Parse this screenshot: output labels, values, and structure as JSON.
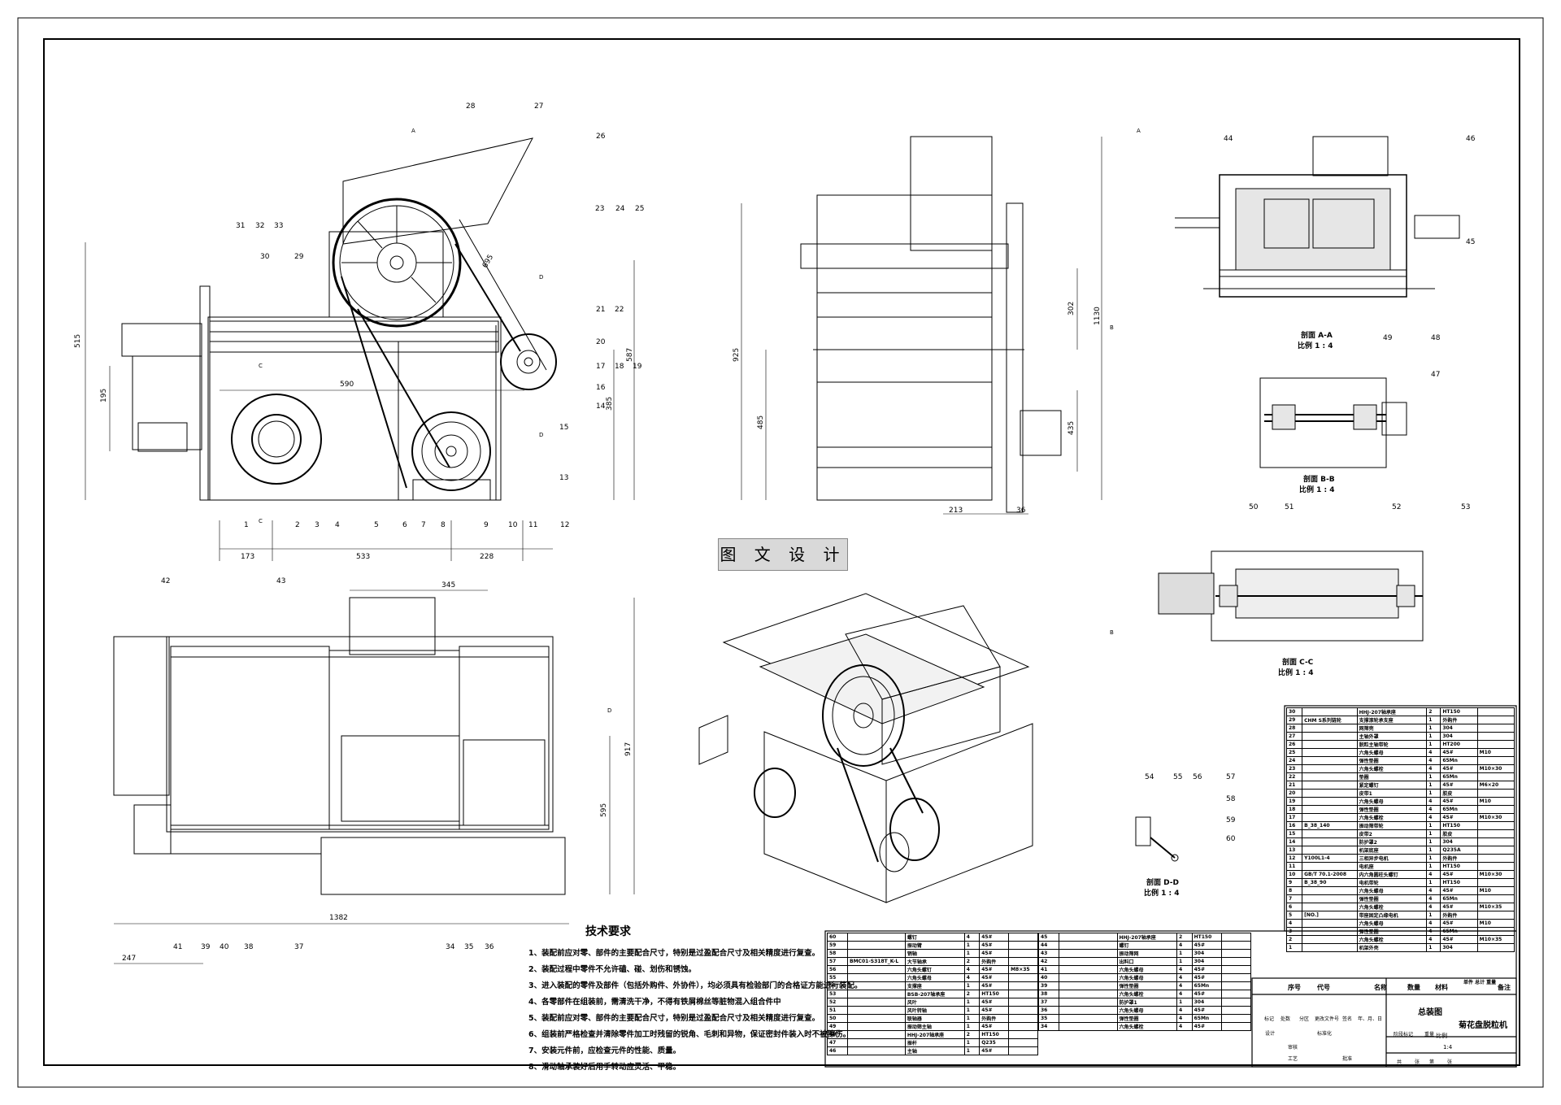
{
  "watermark": "图 文 设 计",
  "tech": {
    "title": "技术要求",
    "items": [
      "1、装配前应对零、部件的主要配合尺寸，特别是过盈配合尺寸及相关精度进行复查。",
      "2、装配过程中零件不允许磕、碰、划伤和锈蚀。",
      "3、进入装配的零件及部件（包括外购件、外协件），均必须具有检验部门的合格证方能进行装配。",
      "4、各零部件在组装前，需清洗干净，不得有铁屑棉丝等脏物混入组合件中",
      "5、装配前应对零、部件的主要配合尺寸，特别是过盈配合尺寸及相关精度进行复查。",
      "6、组装前严格检查并清除零件加工时残留的锐角、毛刺和异物，保证密封件装入时不被擦伤。",
      "7、安装元件前，应检查元件的性能、质量。",
      "8、滑动轴承装好后用手转动应灵活、平稳。"
    ]
  },
  "sections": {
    "aa": "剖面 A-A",
    "aa_scale": "比例 1 : 4",
    "bb": "剖面 B-B",
    "bb_scale": "比例 1 : 4",
    "cc": "剖面 C-C",
    "cc_scale": "比例 1 : 4",
    "dd": "剖面 D-D",
    "dd_scale": "比例 1 : 4"
  },
  "dims": {
    "front": [
      "515",
      "195",
      "590",
      "385",
      "587",
      "173",
      "533",
      "228",
      "695"
    ],
    "side": [
      "925",
      "485",
      "302",
      "1130",
      "435",
      "213",
      "36"
    ],
    "plan": [
      "345",
      "917",
      "595",
      "1382",
      "247"
    ]
  },
  "balloons": {
    "front_top": [
      "28",
      "27",
      "26",
      "31",
      "32",
      "33",
      "30",
      "29",
      "23",
      "24",
      "25",
      "21",
      "22",
      "20",
      "17",
      "18",
      "19",
      "16",
      "14",
      "15",
      "13"
    ],
    "front_bottom": [
      "1",
      "2",
      "3",
      "4",
      "5",
      "6",
      "7",
      "8",
      "9",
      "10",
      "11",
      "12"
    ],
    "plan": [
      "42",
      "43",
      "41",
      "39",
      "40",
      "38",
      "37",
      "34",
      "35",
      "36"
    ],
    "aa": [
      "44",
      "46",
      "45"
    ],
    "bb": [
      "49",
      "48",
      "47"
    ],
    "cc": [
      "50",
      "51",
      "52",
      "53"
    ],
    "dd": [
      "54",
      "55",
      "56",
      "57",
      "58",
      "59",
      "60"
    ]
  },
  "section_marks": [
    "A",
    "A",
    "C",
    "C",
    "D",
    "D",
    "B",
    "B",
    "D"
  ],
  "title_block": {
    "drawing_name": "总装图",
    "product_name": "菊花盘脱粒机",
    "scale_label": "比例",
    "scale_value": "1:4",
    "header": [
      "序号",
      "代号",
      "名称",
      "数量",
      "材料",
      "单件 总计 重量",
      "备注"
    ],
    "meta": [
      "标记",
      "处数",
      "分区",
      "更改文件号",
      "签名",
      "年、月、日",
      "设计",
      "标准化",
      "阶段标记",
      "重量",
      "审核",
      "工艺",
      "批准",
      "共",
      "张",
      "第",
      "张"
    ]
  },
  "bom_right": [
    [
      "30",
      "",
      "HHJ-207轴承座",
      "2",
      "HT150",
      ""
    ],
    [
      "29",
      "CHM S系列链轮",
      "支撑滚轮承支座",
      "1",
      "外购件",
      ""
    ],
    [
      "28",
      "",
      "网筛壳",
      "1",
      "304",
      ""
    ],
    [
      "27",
      "",
      "主轴外罩",
      "1",
      "304",
      ""
    ],
    [
      "26",
      "",
      "脱粒主轴带轮",
      "1",
      "HT200",
      ""
    ],
    [
      "25",
      "",
      "六角头螺母",
      "4",
      "45#",
      "M10"
    ],
    [
      "24",
      "",
      "弹性垫圈",
      "4",
      "65Mn",
      ""
    ],
    [
      "23",
      "",
      "六角头螺栓",
      "4",
      "45#",
      "M10×30"
    ],
    [
      "22",
      "",
      "垫圈",
      "1",
      "65Mn",
      ""
    ],
    [
      "21",
      "",
      "紧定螺钉",
      "1",
      "45#",
      "M6×20"
    ],
    [
      "20",
      "",
      "皮带1",
      "1",
      "胶皮",
      ""
    ],
    [
      "19",
      "",
      "六角头螺母",
      "4",
      "45#",
      "M10"
    ],
    [
      "18",
      "",
      "弹性垫圈",
      "4",
      "65Mn",
      ""
    ],
    [
      "17",
      "",
      "六角头螺栓",
      "4",
      "45#",
      "M10×30"
    ],
    [
      "16",
      "B_38_140",
      "振动筛带轮",
      "1",
      "HT150",
      ""
    ],
    [
      "15",
      "",
      "皮带2",
      "1",
      "胶皮",
      ""
    ],
    [
      "14",
      "",
      "防护罩2",
      "1",
      "304",
      ""
    ],
    [
      "13",
      "",
      "机架底座",
      "1",
      "Q235A",
      ""
    ],
    [
      "12",
      "Y100L1-4",
      "三相异步电机",
      "1",
      "外购件",
      ""
    ],
    [
      "11",
      "",
      "电机座",
      "1",
      "HT150",
      ""
    ],
    [
      "10",
      "GB/T 70.1-2008",
      "内六角圆柱头螺钉",
      "4",
      "45#",
      "M10×30"
    ],
    [
      "9",
      "B_38_90",
      "电机带轮",
      "1",
      "HT150",
      ""
    ],
    [
      "8",
      "",
      "六角头螺母",
      "4",
      "45#",
      "M10"
    ],
    [
      "7",
      "",
      "弹性垫圈",
      "4",
      "65Mn",
      ""
    ],
    [
      "6",
      "",
      "六角头螺栓",
      "4",
      "45#",
      "M10×35"
    ],
    [
      "5",
      "[NO.]",
      "带座固定凸缘电机",
      "1",
      "外购件",
      ""
    ],
    [
      "4",
      "",
      "六角头螺母",
      "4",
      "45#",
      "M10"
    ],
    [
      "3",
      "",
      "弹性垫圈",
      "4",
      "65Mn",
      ""
    ],
    [
      "2",
      "",
      "六角头螺栓",
      "4",
      "45#",
      "M10×35"
    ],
    [
      "1",
      "",
      "机架外壳",
      "1",
      "304",
      ""
    ]
  ],
  "bom_left": [
    [
      "60",
      "",
      "螺钉",
      "4",
      "45#",
      ""
    ],
    [
      "59",
      "",
      "振动臂",
      "1",
      "45#",
      ""
    ],
    [
      "58",
      "",
      "销轴",
      "1",
      "45#",
      ""
    ],
    [
      "57",
      "BMC01-S318T_K-L",
      "大节轴承",
      "2",
      "外购件",
      ""
    ],
    [
      "56",
      "",
      "六角头螺钉",
      "4",
      "45#",
      "M8×35"
    ],
    [
      "55",
      "",
      "六角头螺母",
      "4",
      "45#",
      ""
    ],
    [
      "54",
      "",
      "支撑座",
      "1",
      "45#",
      ""
    ],
    [
      "53",
      "",
      "BSB-207轴承座",
      "2",
      "HT150",
      ""
    ],
    [
      "52",
      "",
      "风叶",
      "1",
      "45#",
      ""
    ],
    [
      "51",
      "",
      "风叶转轴",
      "1",
      "45#",
      ""
    ],
    [
      "50",
      "",
      "联轴器",
      "1",
      "外购件",
      ""
    ],
    [
      "49",
      "",
      "振动筛主轴",
      "1",
      "45#",
      ""
    ],
    [
      "48",
      "",
      "HHJ-207轴承座",
      "2",
      "HT150",
      ""
    ],
    [
      "47",
      "",
      "振杆",
      "1",
      "Q235",
      ""
    ],
    [
      "46",
      "",
      "主轴",
      "1",
      "45#",
      ""
    ]
  ],
  "bom_mid": [
    [
      "45",
      "",
      "HHJ-207轴承座",
      "2",
      "HT150",
      ""
    ],
    [
      "44",
      "",
      "螺钉",
      "4",
      "45#",
      ""
    ],
    [
      "43",
      "",
      "振动筛网",
      "1",
      "304",
      ""
    ],
    [
      "42",
      "",
      "出料口",
      "1",
      "304",
      ""
    ],
    [
      "41",
      "",
      "六角头螺母",
      "4",
      "45#",
      ""
    ],
    [
      "40",
      "",
      "六角头螺母",
      "4",
      "45#",
      ""
    ],
    [
      "39",
      "",
      "弹性垫圈",
      "4",
      "65Mn",
      ""
    ],
    [
      "38",
      "",
      "六角头螺栓",
      "4",
      "45#",
      ""
    ],
    [
      "37",
      "",
      "防护罩1",
      "1",
      "304",
      ""
    ],
    [
      "36",
      "",
      "六角头螺母",
      "4",
      "45#",
      ""
    ],
    [
      "35",
      "",
      "弹性垫圈",
      "4",
      "65Mn",
      ""
    ],
    [
      "34",
      "",
      "六角头螺栓",
      "4",
      "45#",
      ""
    ]
  ]
}
